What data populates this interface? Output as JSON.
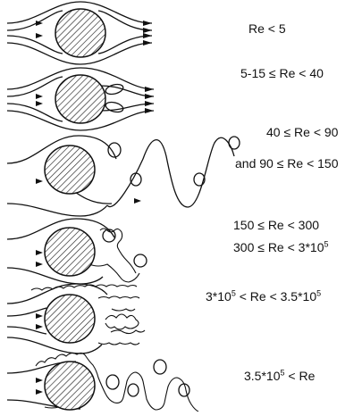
{
  "regimes": [
    {
      "label": "Re < 5"
    },
    {
      "label": "5-15 ≤ Re < 40"
    },
    {
      "label": "40 ≤ Re < 90"
    },
    {
      "label": "and 90 ≤ Re < 150"
    },
    {
      "label": "150 ≤ Re < 300"
    },
    {
      "label_pre": "300 ≤ Re < 3*10",
      "label_exp": "5"
    },
    {
      "a_base": "3*10",
      "a_exp": "5",
      "mid": " < Re < 3.5*10",
      "b_exp": "5"
    },
    {
      "base": "3.5*10",
      "exp": "5",
      "post": " < Re"
    }
  ]
}
